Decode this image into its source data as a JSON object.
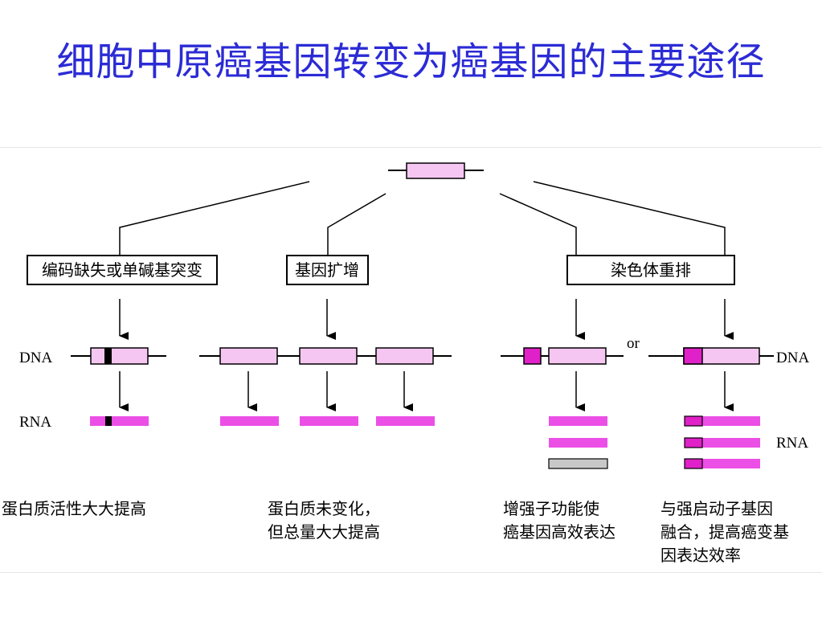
{
  "title": "细胞中原癌基因转变为癌基因的主要途径",
  "mechanisms": {
    "mutation": "编码缺失或单碱基突变",
    "amplification": "基因扩增",
    "rearrangement": "染色体重排"
  },
  "labels": {
    "dna_left": "DNA",
    "rna_left": "RNA",
    "dna_right": "DNA",
    "rna_right": "RNA",
    "or": "or"
  },
  "outcomes": {
    "mutation": [
      "蛋白质活性大大提高"
    ],
    "amplification": [
      "蛋白质未变化，",
      "但总量大大提高"
    ],
    "promoter": [
      "增强子功能使",
      "癌基因高效表达"
    ],
    "fusion": [
      "与强启动子基因",
      "融合，提高癌变基",
      "因表达效率"
    ]
  },
  "colors": {
    "title": "#2b2bd6",
    "gene_fill": "#f5c6f1",
    "rna": "#ec4fe6",
    "promoter": "#e020c8",
    "rna_gray": "#c8c8c8"
  }
}
